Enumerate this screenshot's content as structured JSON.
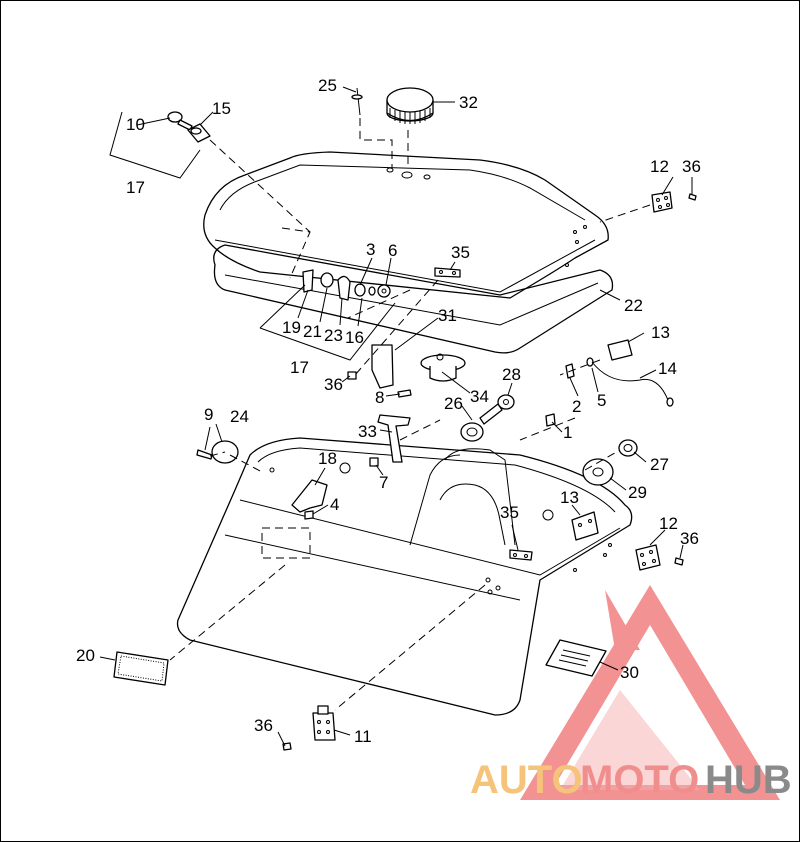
{
  "callouts": {
    "c1": "1",
    "c2": "2",
    "c3": "3",
    "c4": "4",
    "c5": "5",
    "c6": "6",
    "c7": "7",
    "c8": "8",
    "c9": "9",
    "c10": "10",
    "c11": "11",
    "c12a": "12",
    "c12b": "12",
    "c13a": "13",
    "c13b": "13",
    "c14": "14",
    "c15": "15",
    "c16": "16",
    "c17a": "17",
    "c17b": "17",
    "c18": "18",
    "c19": "19",
    "c20": "20",
    "c21": "21",
    "c22": "22",
    "c23": "23",
    "c24": "24",
    "c25": "25",
    "c26": "26",
    "c27": "27",
    "c28": "28",
    "c29": "29",
    "c30": "30",
    "c31": "31",
    "c32": "32",
    "c33": "33",
    "c34": "34",
    "c35a": "35",
    "c35b": "35",
    "c36a": "36",
    "c36b": "36",
    "c36c": "36",
    "c36d": "36"
  },
  "watermark": {
    "part1": "AUTO",
    "part2": "MOTO",
    "part3": "HUB",
    "color_auto": "#f5c47a",
    "color_moto": "#f08e8e",
    "color_hub": "#8a8a8a",
    "triangle_color": "#f08080"
  }
}
